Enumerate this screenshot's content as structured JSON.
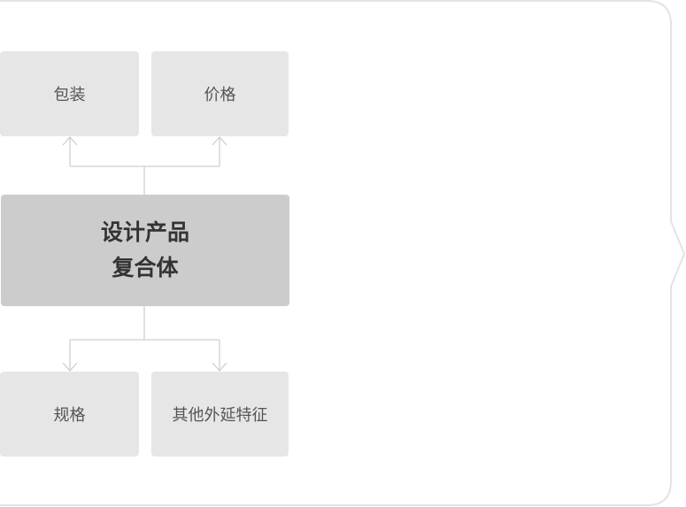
{
  "diagram": {
    "center_line1": "设计产品",
    "center_line2": "复合体",
    "top_left": "包装",
    "top_right": "价格",
    "bottom_left": "规格",
    "bottom_right": "其他外延特征"
  }
}
